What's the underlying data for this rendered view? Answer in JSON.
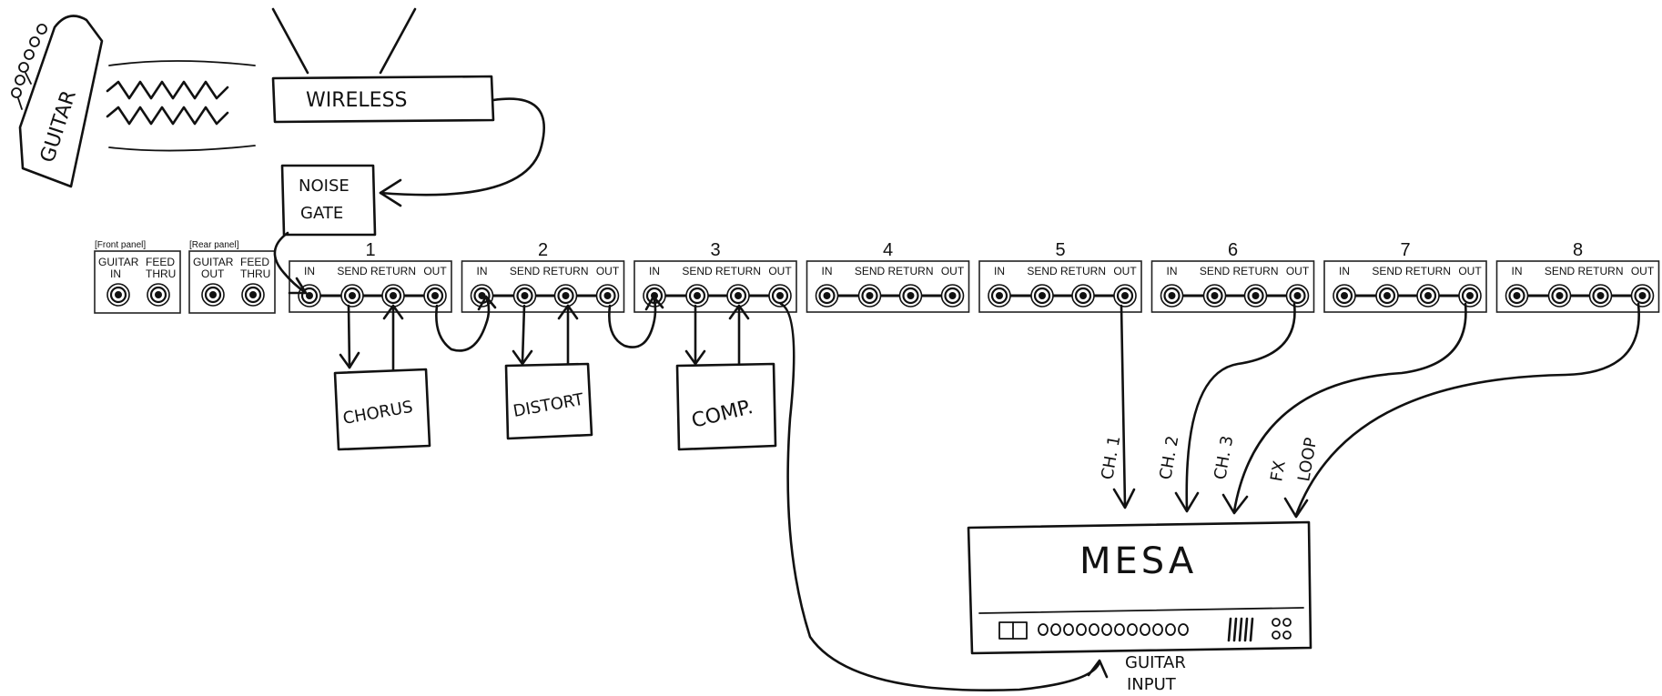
{
  "front_panel": {
    "caption": "[Front panel]",
    "labels_top": [
      "GUITAR",
      "FEED"
    ],
    "labels_bottom": [
      "IN",
      "THRU"
    ]
  },
  "rear_panel": {
    "caption": "[Rear panel]",
    "labels_top": [
      "GUITAR",
      "FEED"
    ],
    "labels_bottom": [
      "OUT",
      "THRU"
    ]
  },
  "loop_jack_labels": [
    "IN",
    "SEND",
    "RETURN",
    "OUT"
  ],
  "loops": [
    "1",
    "2",
    "3",
    "4",
    "5",
    "6",
    "7",
    "8"
  ],
  "sketch": {
    "guitar": "GUITAR",
    "wireless": "WIRELESS",
    "noise_gate_line1": "NOISE",
    "noise_gate_line2": "GATE",
    "chorus": "CHORUS",
    "distort": "DISTORT",
    "comp": "COMP.",
    "amp": "MESA",
    "ch1": "CH. 1",
    "ch2": "CH. 2",
    "ch3": "CH. 3",
    "fx": "FX",
    "loop": "LOOP",
    "guitar_input_line1": "GUITAR",
    "guitar_input_line2": "INPUT"
  },
  "colors": {
    "ink": "#111111",
    "paper": "#ffffff"
  }
}
